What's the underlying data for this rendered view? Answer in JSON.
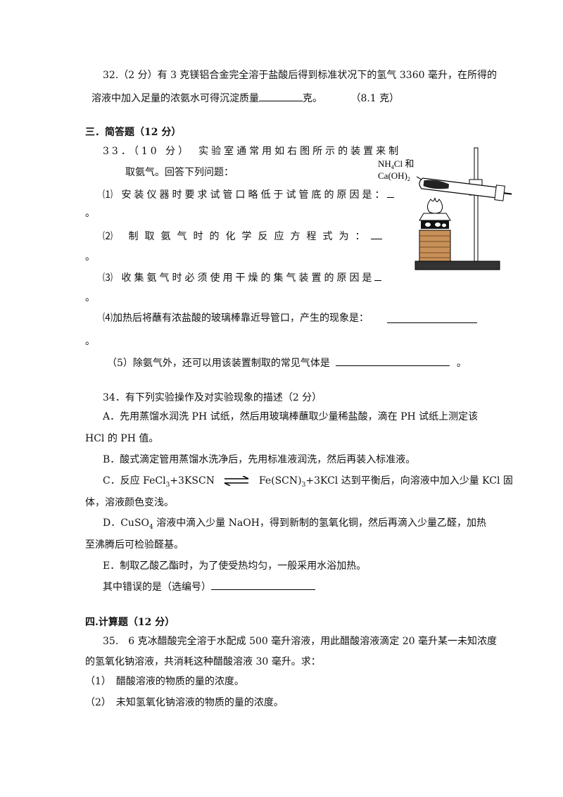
{
  "q32": {
    "line1": "32.（2 分）有 3 克镁铝合金完全溶于盐酸后得到标准状况下的氢气 3360 毫升，在所得的",
    "line2_pre": "溶液中加入足量的浓氨水可得沉淀质量",
    "line2_post": "克。",
    "answer": "（8.1 克）"
  },
  "section3": {
    "title": "三．简答题（12 分）"
  },
  "q33": {
    "line1": "33．（10 分）　实验室通常用如右图所示的装置来制",
    "line2": "取氨气。回答下列问题：",
    "sub1": "⑴ 安装仪器时要求试管口略低于试管底的原因是：",
    "sub2": "⑵ 制取氨气时的化学反应方程式为：",
    "sub3": "⑶ 收集氨气时必须使用干燥的集气装置的原因是",
    "sub4": "⑷加热后将蘸有浓盐酸的玻璃棒靠近导管口，产生的现象是：",
    "sub5_pre": "（5）除氨气外，还可以用该装置制取的常见气体是",
    "period": "。",
    "figure": {
      "label_line1_a": "NH",
      "label_line1_sub": "4",
      "label_line1_b": "Cl 和",
      "label_line2_a": "Ca(OH)",
      "label_line2_sub": "2"
    }
  },
  "q34": {
    "intro": "34．有下列实验操作及对实验现象的描述（2 分）",
    "A_line1": "A．先用蒸馏水润洗 PH 试纸，然后用玻璃棒蘸取少量稀盐酸，滴在 PH 试纸上测定该",
    "A_line2": "HCl 的 PH 值。",
    "B_line1": "B．酸式滴定管用蒸馏水洗净后，先用标准液润洗，然后再装入标准液。",
    "C_pre_a": "C．反应 FeCl",
    "C_pre_sub": "3",
    "C_pre_b": "+3KSCN",
    "C_post_a": "Fe(SCN)",
    "C_post_sub": "3",
    "C_post_b": "+3KCl 达到平衡后，向溶液中加入少量 KCl 固",
    "C_line2": "体，溶液颜色变浅。",
    "D_a": "D．CuSO",
    "D_sub": "4",
    "D_b": " 溶液中滴入少量 NaOH，得到新制的氢氧化铜，然后再滴入少量乙醛，加热",
    "D_line2": "至沸腾后可检验醛基。",
    "E_line1": "E．制取乙酸乙酯时，为了使受热均匀，一般采用水浴加热。",
    "wrong_pre": "其中错误的是（选编号）"
  },
  "section4": {
    "title": "四.计算题（12 分）"
  },
  "q35": {
    "line1": "35.　6 克冰醋酸完全溶于水配成 500 毫升溶液，用此醋酸溶液滴定 20 毫升某一未知浓度",
    "line2": "的氢氧化钠溶液，共消耗这种醋酸溶液 30 毫升。求：",
    "sub1": "（1）　醋酸溶液的物质的量的浓度。",
    "sub2": "（2）　未知氢氧化钠溶液的物质的量的浓度。"
  }
}
